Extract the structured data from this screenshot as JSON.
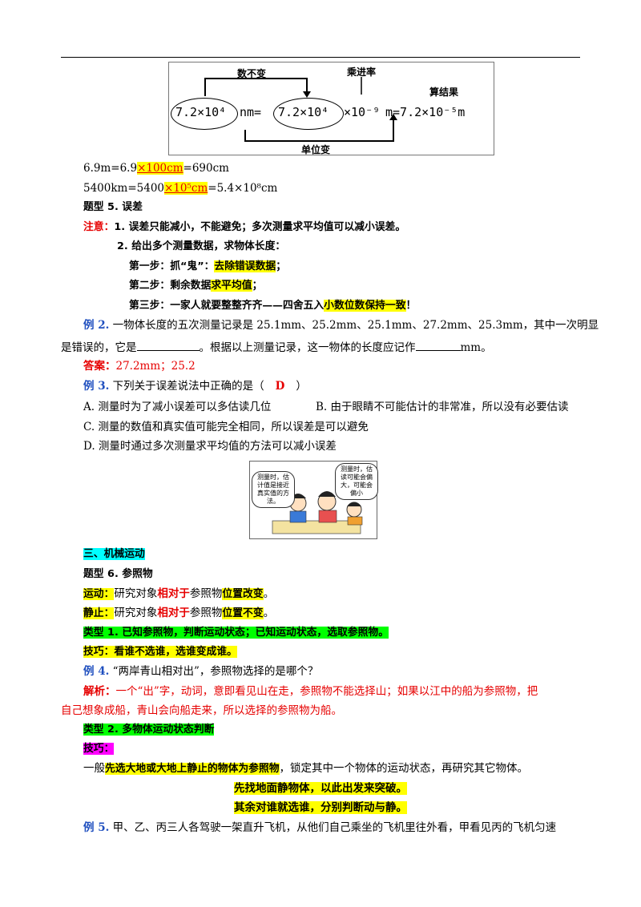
{
  "diagram": {
    "label_num_unchanged": "数不变",
    "label_multiply_rate": "乘进率",
    "label_result": "算结果",
    "label_unit_changed": "单位变",
    "formula_left": "7.2×10⁴",
    "formula_nm": "nm=",
    "formula_mid": "7.2×10⁴",
    "formula_rate": "×10⁻⁹",
    "formula_right": "m=7.2×10⁻⁵m"
  },
  "conversions": [
    {
      "prefix": "6.9m=6.9",
      "factor": "×100cm",
      "suffix": "=690cm"
    },
    {
      "prefix": "5400km=5400",
      "factor": "×10⁵cm",
      "suffix": "=5.4×10⁸cm"
    }
  ],
  "section5": {
    "title": "题型 5. 误差",
    "note_label": "注意：",
    "note_1": "1. 误差只能减小，不能避免；多次测量求平均值可以减小误差。",
    "note_2": "2. 给出多个测量数据，求物体长度：",
    "step1_pre": "第一步：抓“鬼”：",
    "step1_hl": "去除错误数据",
    "step1_post": "；",
    "step2_pre": "第二步：剩余数据",
    "step2_hl": "求平均值",
    "step2_post": "；",
    "step3_pre": "第三步：一家人就要整整齐齐——四舍五入",
    "step3_hl": "小数位数保持一致",
    "step3_post": "！"
  },
  "example2": {
    "label": "例 2.",
    "text_1": " 一物体长度的五次测量记录是 25.1mm、25.2mm、25.1mm、27.2mm、25.3mm，其中一次明显",
    "text_2a": "是错误的，它是",
    "text_2b": "。根据以上测量记录，这一物体的长度应记作",
    "text_2c": "mm。",
    "answer_label": "答案：",
    "answer": "27.2mm；25.2"
  },
  "example3": {
    "label": "例 3.",
    "question": " 下列关于误差说法中正确的是（",
    "answer": "D",
    "close": "）",
    "options": [
      "A. 测量时为了减小误差可以多估读几位",
      "B. 由于眼睛不可能估计的非常准，所以没有必要估读",
      "C. 测量的数值和真实值可能完全相同，所以误差是可以避免",
      "D. 测量时通过多次测量求平均值的方法可以减小误差"
    ]
  },
  "cartoon": {
    "bubble_left": "测量时，估计值是接近真实值的方法。",
    "bubble_right": "测量时，估读可能会偏大，可能会偏小"
  },
  "section3": {
    "title": "三、机械运动",
    "subtitle": "题型 6. 参照物",
    "motion_label": "运动：",
    "motion_pre": "研究对象",
    "motion_rel": "相对于",
    "motion_mid": "参照物",
    "motion_hl": "位置改变",
    "motion_end": "。",
    "static_label": "静止：",
    "static_pre": "研究对象",
    "static_rel": "相对于",
    "static_mid": "参照物",
    "static_hl": "位置不变",
    "static_end": "。",
    "type1": "类型 1. 已知参照物，判断运动状态；已知运动状态，选取参照物。",
    "tip1": "技巧：看谁不选谁，选谁变成谁。"
  },
  "example4": {
    "label": "例 4.",
    "text": " “两岸青山相对出”，参照物选择的是哪个？",
    "analysis_label": "解析：",
    "analysis_1": "一个“出”字，动词，意即看见山在走，参照物不能选择山；如果以江中的船为参照物，把",
    "analysis_2": "自己想象成船，青山会向船走来，所以选择的参照物为船。"
  },
  "type2": {
    "title": "类型 2. 多物体运动状态判断",
    "tip_label": "技巧：",
    "text_pre": "一般",
    "text_hl": "先选大地或大地上静止的物体为参照物",
    "text_post": "，锁定其中一个物体的运动状态，再研究其它物体。",
    "center_1": "先找地面静物体，以此出发来突破。",
    "center_2": "其余对谁就选谁，分别判断动与静。"
  },
  "example5": {
    "label": "例 5.",
    "text": " 甲、乙、丙三人各驾驶一架直升飞机，从他们自己乘坐的飞机里往外看，甲看见丙的飞机匀速"
  }
}
